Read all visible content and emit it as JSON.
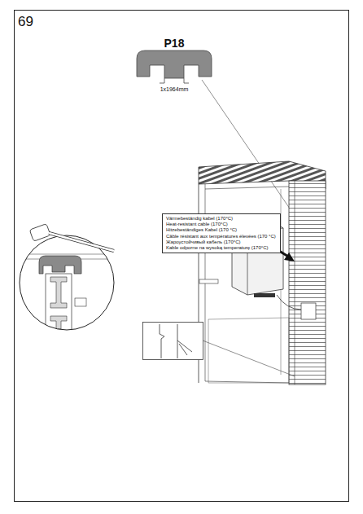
{
  "diagram": {
    "nodes": [
      {
        "text": [
          "Värmebeständig kabel (170°C)",
          "Heat-resistant cable (170°C)",
          "Hitzebeständiges Kabel (170 °C)",
          "Câble résistant aux températures élevées (170 °C)",
          "Жароустойчивый кабель (170°C)",
          "Kable odporne na wysoką temperaturę (170°C)"
        ]
      }
    ],
    "labels": [
      "69",
      "P18",
      "1x1964mm"
    ]
  }
}
